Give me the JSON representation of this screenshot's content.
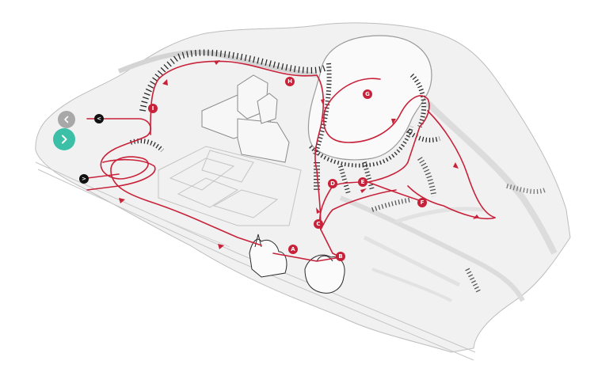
{
  "colors": {
    "route": "#c8223a",
    "marker": "#c8223a",
    "terrain": "#efefef",
    "outline": "#b9b9b9",
    "colonnade": "#2b2b2b",
    "nav_prev": "#a8a8a8",
    "nav_next": "#3bbfa6",
    "entry_marker": "#111111"
  },
  "map": {
    "markers": [
      {
        "label": "A",
        "id": "marker-a"
      },
      {
        "label": "B",
        "id": "marker-b"
      },
      {
        "label": "C",
        "id": "marker-c"
      },
      {
        "label": "D",
        "id": "marker-d"
      },
      {
        "label": "E",
        "id": "marker-e"
      },
      {
        "label": "F",
        "id": "marker-f"
      },
      {
        "label": "G",
        "id": "marker-g"
      },
      {
        "label": "H",
        "id": "marker-h"
      },
      {
        "label": "I",
        "id": "marker-i"
      }
    ],
    "entry_markers": [
      {
        "symbol": "<",
        "id": "entry-left"
      },
      {
        "symbol": ">",
        "id": "entry-right"
      }
    ]
  },
  "navigation": {
    "prev_icon": "chevron-left-icon",
    "next_icon": "chevron-right-icon"
  }
}
